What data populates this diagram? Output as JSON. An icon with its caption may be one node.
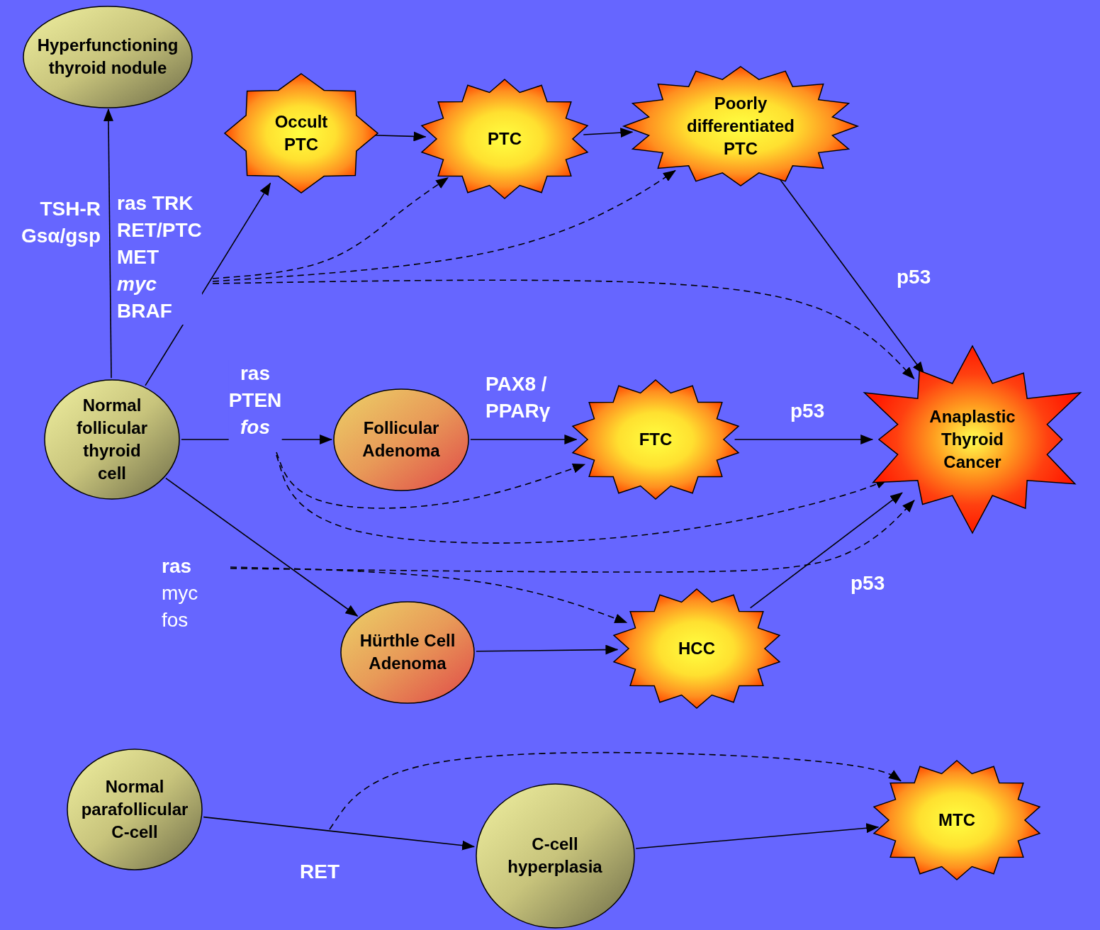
{
  "diagram": {
    "nodes": [
      {
        "text": [
          "Hyperfunctioning thyroid nodule"
        ]
      },
      {
        "text": [
          "Occult PTC"
        ]
      },
      {
        "text": [
          "PTC"
        ]
      },
      {
        "text": [
          "Poorly differentiated PTC"
        ]
      },
      {
        "text": [
          "Normal follicular thyroid cell"
        ]
      },
      {
        "text": [
          "Follicular Adenoma"
        ]
      },
      {
        "text": [
          "FTC"
        ]
      },
      {
        "text": [
          "Anaplastic Thyroid Cancer"
        ]
      },
      {
        "text": [
          "Hürthle Cell Adenoma"
        ]
      },
      {
        "text": [
          "HCC"
        ]
      },
      {
        "text": [
          "Normal parafollicular C-cell"
        ]
      },
      {
        "text": [
          "C-cell hyperplasia"
        ]
      },
      {
        "text": [
          "MTC"
        ]
      }
    ],
    "edges": [
      {
        "from": 4,
        "to": 0,
        "arrow": "to",
        "label": "TSH-R Gsα/gsp"
      },
      {
        "from": 4,
        "to": 1,
        "arrow": "to",
        "label": "ras TRK RET/PTC MET *myc* BRAF"
      },
      {
        "from": 1,
        "to": 2,
        "arrow": "to"
      },
      {
        "from": 2,
        "to": 3,
        "arrow": "to"
      },
      {
        "from": null,
        "to": 2,
        "arrow": "to",
        "style": "dashed"
      },
      {
        "from": null,
        "to": 3,
        "arrow": "to",
        "style": "dashed"
      },
      {
        "from": null,
        "to": 7,
        "arrow": "to",
        "style": "dashed"
      },
      {
        "from": 3,
        "to": 7,
        "arrow": "to",
        "label": "p53"
      },
      {
        "from": 4,
        "to": 5,
        "arrow": "to",
        "label": "ras PTEN *fos*"
      },
      {
        "from": 5,
        "to": 6,
        "arrow": "to",
        "label": "PAX8 / PPARγ"
      },
      {
        "from": 6,
        "to": 7,
        "arrow": "to",
        "label": "p53"
      },
      {
        "from": null,
        "to": 6,
        "arrow": "to",
        "style": "dashed"
      },
      {
        "from": null,
        "to": 7,
        "arrow": "to",
        "style": "dashed"
      },
      {
        "from": 4,
        "to": 8,
        "arrow": "to",
        "label": "**ras** myc fos"
      },
      {
        "from": null,
        "to": 9,
        "arrow": "to",
        "style": "dashed"
      },
      {
        "from": null,
        "to": 7,
        "arrow": "to",
        "style": "dashed"
      },
      {
        "from": 8,
        "to": 9,
        "arrow": "to"
      },
      {
        "from": 9,
        "to": 7,
        "arrow": "to",
        "label": "p53"
      },
      {
        "from": 10,
        "to": 11,
        "arrow": "to",
        "label": "RET"
      },
      {
        "from": null,
        "to": 12,
        "arrow": "to",
        "style": "dashed"
      },
      {
        "from": 11,
        "to": 12,
        "arrow": "to"
      }
    ]
  }
}
